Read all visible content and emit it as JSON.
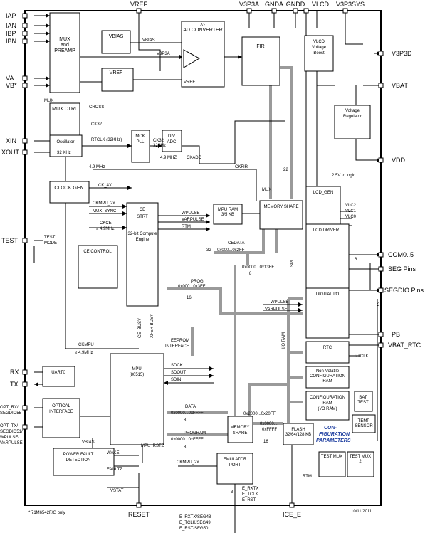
{
  "pins": {
    "vref_top": "VREF",
    "v3p3a": "V3P3A",
    "gnda": "GNDA",
    "gndd": "GNDD",
    "vlcd": "VLCD",
    "v3p3sys": "V3P3SYS",
    "iap": "IAP",
    "ian": "IAN",
    "ibp": "IBP",
    "ibn": "IBN",
    "va": "VA",
    "vb": "VB*",
    "xin": "XIN",
    "xout": "XOUT",
    "test": "TEST",
    "rx": "RX",
    "tx": "TX",
    "opt_rx": "OPT_RX/",
    "segdio55": "SEGDIO55",
    "opt_tx": "OPT_TX/",
    "segdio51": "SEGDIO51/",
    "wpulse": "WPULSE/",
    "varpulse_left": "VARPULSE",
    "v3p3d": "V3P3D",
    "vbat": "VBAT",
    "vdd": "VDD",
    "com": "COM0..5",
    "seg_pins": "SEG Pins",
    "segdio_pins": "SEGDIO Pins",
    "pb": "PB",
    "vbat_rtc": "VBAT_RTC",
    "reset": "RESET",
    "ice_e": "ICE_E"
  },
  "blocks": {
    "mux_preamp": [
      "MUX",
      "and",
      "PREAMP"
    ],
    "vbias": "VBIAS",
    "ad_conv_delta": "ΔΣ",
    "ad_conv": "AD CONVERTER",
    "vref_box": "VREF",
    "fir": "FIR",
    "vlcd_boost": [
      "VLCD",
      "Voltage",
      "Boost"
    ],
    "voltage_reg": [
      "Voltage",
      "Regulator"
    ],
    "mux_ctrl": "MUX CTRL",
    "oscillator": "Oscillator",
    "mck_pll": [
      "MCK",
      "PLL"
    ],
    "div_adc": [
      "DIV",
      "ADC"
    ],
    "clock_gen": "CLOCK GEN",
    "mpu_ram": [
      "MPU RAM",
      "3/5 KB"
    ],
    "memory_share_top": "MEMORY SHARE",
    "lcd_gen": "LCD_GEN",
    "lcd_driver": "LCD DRIVER",
    "ce": [
      "CE",
      "STRT",
      "32-bit Compute",
      "Engine"
    ],
    "ce_control": "CE CONTROL",
    "digital_io": "DIGITAL I/O",
    "rtc": "RTC",
    "nv_config": [
      "Non-Volatile",
      "CONFIGURATION",
      "RAM"
    ],
    "config_ram": [
      "CONFIGURATION",
      "RAM",
      "(I/O RAM)"
    ],
    "bat_test": [
      "BAT",
      "TEST"
    ],
    "temp_sensor": [
      "TEMP",
      "SENSOR"
    ],
    "uart0": "UART0",
    "optical": [
      "OPTICAL",
      "INTERFACE"
    ],
    "mpu": [
      "MPU",
      "(80515)"
    ],
    "memory_share_bot": [
      "MEMORY",
      "SHARE"
    ],
    "flash": [
      "FLASH",
      "32/64/128 KB"
    ],
    "power_fault": [
      "POWER FAULT",
      "DETECTION"
    ],
    "emulator": [
      "EMULATOR",
      "PORT"
    ],
    "test_mux": "TEST MUX",
    "test_mux2": [
      "TEST MUX",
      "2"
    ]
  },
  "signals": {
    "vbias_sig": "VBIAS",
    "v3p3a_sig": "V3P3A",
    "vref_sig": "VREF",
    "mux": "MUX",
    "cross": "CROSS",
    "ck32": "CK32",
    "rtclk": "RTCLK (32KHz)",
    "khz32": "32 KHz",
    "ck32b": "CK32",
    "khz32b": "32KHz",
    "mhz49": "4.9 MHZ",
    "ckadc": "CKADC",
    "mhz49b": "4.9 MHz",
    "ckfir": "CKFIR",
    "ck_4x": "CK_4X",
    "ckmpu_2x": "CKMPU_2x",
    "mux_sync": "MUX_SYNC",
    "ckce": "CKCE",
    "le49": "≤ 4.9MHz",
    "wpulse": "WPULSE",
    "varpulse": "VARPULSE",
    "rtm": "RTM",
    "cedata": "CEDATA",
    "cedata_addr": "0x000...0x2FF",
    "n32": "32",
    "mux2": "MUX",
    "n22": "22",
    "vlc2": "VLC2",
    "vlc1": "VLC1",
    "vlc0": "VLC0",
    "n6": "6",
    "n2": "2",
    "addr_13ff": "0x0000...0x13FF",
    "n8": "8",
    "spi": "SPI",
    "prog": "PROG",
    "prog_addr": "0x000...0x3FF",
    "n16": "16",
    "wpulse2": "WPULSE",
    "varpulse2": "VARPULSE",
    "io_ram": "I/O RAM",
    "ce_busy": "CE_BUSY",
    "xfer_busy": "XFER BUSY",
    "eeprom": [
      "EEPROM",
      "INTERFACE"
    ],
    "rtclk2": "RTCLK",
    "ckmpu": "CKMPU",
    "le49b": "≤ 4.9MHz",
    "sdck": "SDCK",
    "sdout": "SDOUT",
    "sdin": "SDIN",
    "data": "DATA",
    "data_addr": "0x0000...0xFFFF",
    "n8b": "8",
    "addr_20ff": "0x2000...0x20FF",
    "program": "PROGRAM",
    "program_addr": "0x0000...0xFFFF",
    "n8c": "8",
    "flash_addr": "0x0000...",
    "flash_addr2": "0xFFFF",
    "n16b": "16",
    "vbias2": "VBIAS",
    "wake": "WAKE",
    "faultz": "FAULTZ",
    "vstat": "VSTAT",
    "mpu_rstz": "MPU_RSTZ",
    "ckmpu_2x_b": "CKMPU_2x",
    "rtm2": "RTM",
    "n3": "3",
    "e_rxtx": "E_RXTX",
    "e_tclk": "E_TCLK",
    "e_rst": "E_RST",
    "to_logic": "2.5V to logic",
    "test_mode": [
      "TEST",
      "MODE"
    ],
    "config_params": [
      "CON-",
      "FIGURATION",
      "PARAMETERS"
    ],
    "seg48": "E_RXTX/SEG48",
    "seg49": "E_TCLK/SEG49",
    "seg50": "E_RST/SEG50"
  },
  "footnote": "* 71M6542F/G only",
  "date": "10/11/2011"
}
